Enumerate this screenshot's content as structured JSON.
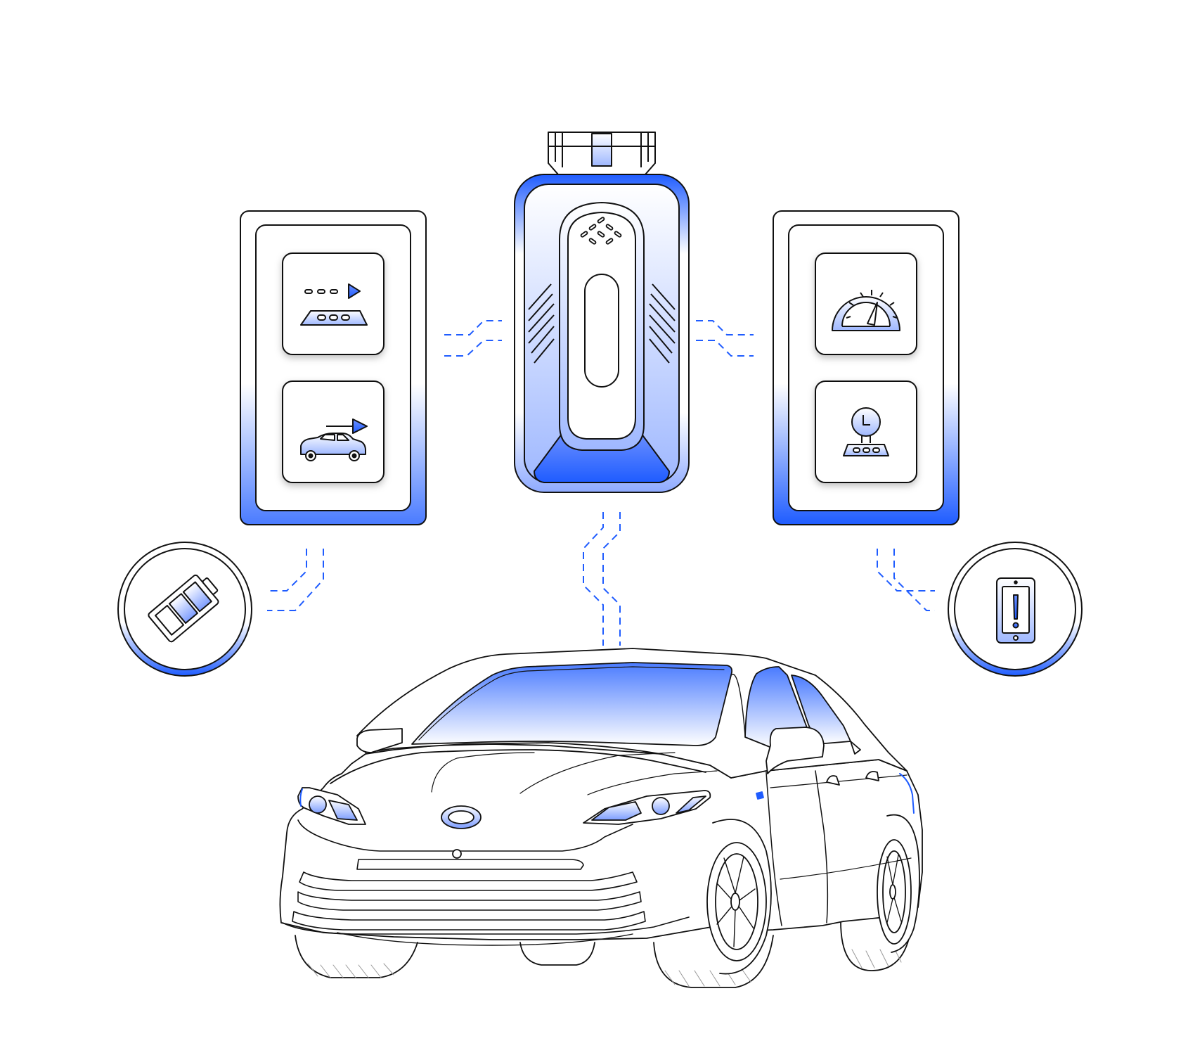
{
  "colors": {
    "accent": "#1f5cff",
    "line": "#111111",
    "background": "#ffffff",
    "fill_light": "#ffffff",
    "fill_mid": "#b9cbff"
  },
  "nodes": [
    {
      "id": "obd-dongle",
      "icon": "obd-device-icon"
    },
    {
      "id": "left-panel",
      "icons": [
        "route-tracking-icon",
        "vehicle-movement-icon"
      ]
    },
    {
      "id": "right-panel",
      "icons": [
        "speedometer-icon",
        "trip-time-icon"
      ]
    },
    {
      "id": "battery-circle",
      "icon": "battery-icon"
    },
    {
      "id": "phone-alert-circle",
      "icon": "phone-alert-icon"
    },
    {
      "id": "car",
      "icon": "sedan-front-view-icon"
    }
  ]
}
